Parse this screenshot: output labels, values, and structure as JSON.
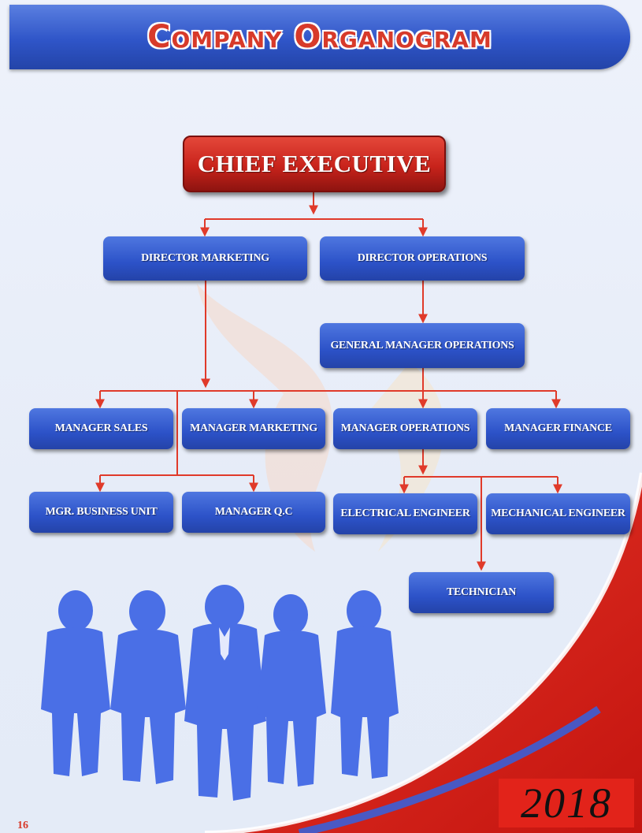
{
  "header": {
    "title": "Company Organogram"
  },
  "colors": {
    "node_blue": "#2c52c8",
    "ceo_red": "#c8231b",
    "connector_red": "#e03a2a",
    "silhouette_blue": "#4a6fe6",
    "swoosh_red": "#d8201a"
  },
  "org_chart": {
    "chief_executive": "CHIEF EXECUTIVE",
    "director_marketing": "DIRECTOR MARKETING",
    "director_operations": "DIRECTOR OPERATIONS",
    "general_manager_operations": "GENERAL MANAGER OPERATIONS",
    "manager_sales": "MANAGER SALES",
    "manager_marketing": "MANAGER MARKETING",
    "manager_operations": "MANAGER OPERATIONS",
    "manager_finance": "MANAGER FINANCE",
    "mgr_business_unit": "MGR. BUSINESS UNIT",
    "manager_qc": "MANAGER Q.C",
    "electrical_engineer": "ELECTRICAL ENGINEER",
    "mechanical_engineer": "MECHANICAL ENGINEER",
    "technician": "TECHNICIAN"
  },
  "footer": {
    "page_number": "16",
    "year": "2018"
  }
}
